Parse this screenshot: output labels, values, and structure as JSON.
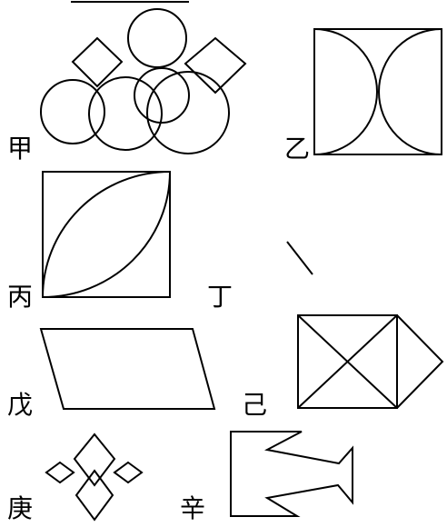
{
  "figures": [
    {
      "id": "jia",
      "label": "甲"
    },
    {
      "id": "yi",
      "label": "乙"
    },
    {
      "id": "bing",
      "label": "丙"
    },
    {
      "id": "ding",
      "label": "丁"
    },
    {
      "id": "wu",
      "label": "戊"
    },
    {
      "id": "ji",
      "label": "己"
    },
    {
      "id": "geng",
      "label": "庚"
    },
    {
      "id": "xin",
      "label": "辛"
    }
  ]
}
